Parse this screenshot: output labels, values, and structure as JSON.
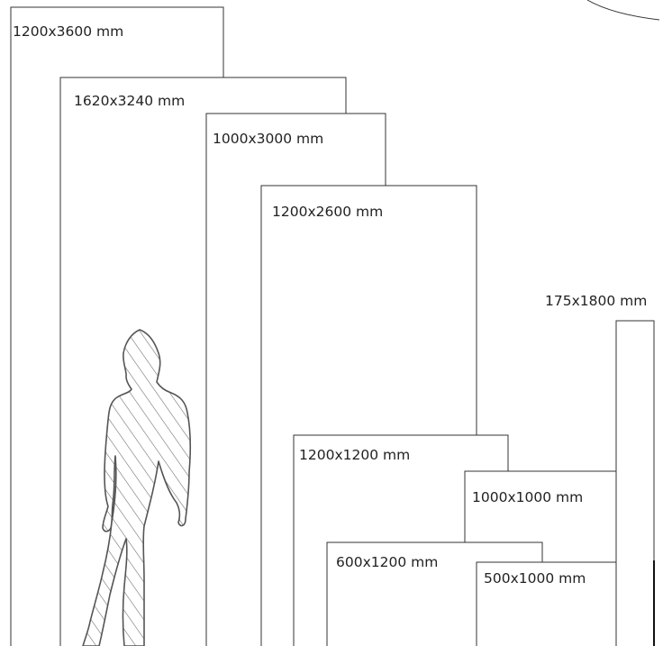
{
  "diagram": {
    "panels": [
      {
        "id": "p1",
        "label": "1200x3600 mm",
        "width_mm": 1200,
        "height_mm": 3600
      },
      {
        "id": "p2",
        "label": "1620x3240 mm",
        "width_mm": 1620,
        "height_mm": 3240
      },
      {
        "id": "p3",
        "label": "1000x3000 mm",
        "width_mm": 1000,
        "height_mm": 3000
      },
      {
        "id": "p4",
        "label": "1200x2600 mm",
        "width_mm": 1200,
        "height_mm": 2600
      },
      {
        "id": "p5",
        "label": "1200x1200 mm",
        "width_mm": 1200,
        "height_mm": 1200
      },
      {
        "id": "p6",
        "label": "1000x1000 mm",
        "width_mm": 1000,
        "height_mm": 1000
      },
      {
        "id": "p7",
        "label": "600x1200 mm",
        "width_mm": 600,
        "height_mm": 1200
      },
      {
        "id": "p8",
        "label": "500x1000 mm",
        "width_mm": 500,
        "height_mm": 1000
      },
      {
        "id": "p9",
        "label": "175x1800 mm",
        "width_mm": 175,
        "height_mm": 1800
      }
    ],
    "person_icon": "standing-person-silhouette-hatched",
    "colors": {
      "line": "#333333",
      "text": "#222222",
      "hatch": "#666666",
      "background": "#ffffff"
    }
  }
}
